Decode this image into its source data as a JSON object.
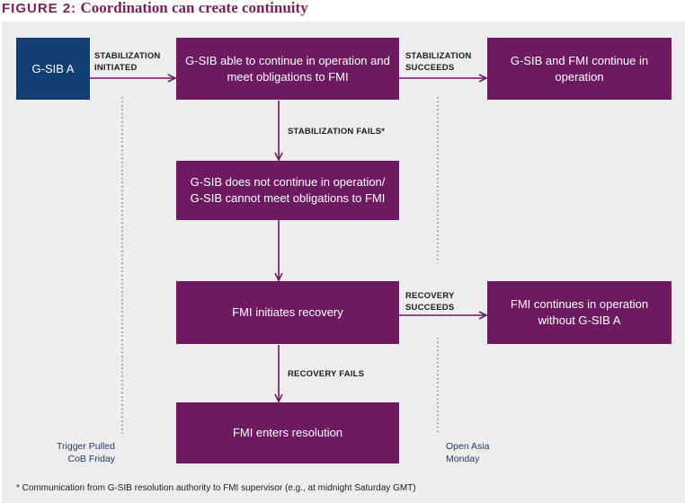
{
  "figure": {
    "label": "FIGURE 2:",
    "title": "Coordination can create continuity"
  },
  "nodes": {
    "gsib_a": "G-SIB A",
    "gsib_continue": "G-SIB able to continue in operation and meet obligations to FMI",
    "gsib_fmi_continue": "G-SIB and FMI continue in operation",
    "gsib_not_continue": "G-SIB does not continue in operation/ G-SIB cannot meet obligations to FMI",
    "fmi_recovery": "FMI initiates recovery",
    "fmi_continues": "FMI continues in operation without G-SIB A",
    "fmi_resolution": "FMI enters resolution"
  },
  "edges": {
    "stabilization_initiated": [
      "STABILIZATION",
      "INITIATED"
    ],
    "stabilization_succeeds": [
      "STABILIZATION",
      "SUCCEEDS"
    ],
    "stabilization_fails": "STABILIZATION FAILS*",
    "recovery_succeeds": [
      "RECOVERY",
      "SUCCEEDS"
    ],
    "recovery_fails": "RECOVERY FAILS"
  },
  "timeline": {
    "left": [
      "Trigger Pulled",
      "CoB Friday"
    ],
    "right": [
      "Open Asia",
      "Monday"
    ]
  },
  "footnote": "* Communication from G-SIB resolution authority to FMI supervisor (e.g., at midnight Saturday GMT)",
  "colors": {
    "title": "#7b1e5a",
    "node_purple": "#6e1a62",
    "node_blue": "#123f73",
    "panel": "#eeeced",
    "connector": "#6e1a62"
  }
}
